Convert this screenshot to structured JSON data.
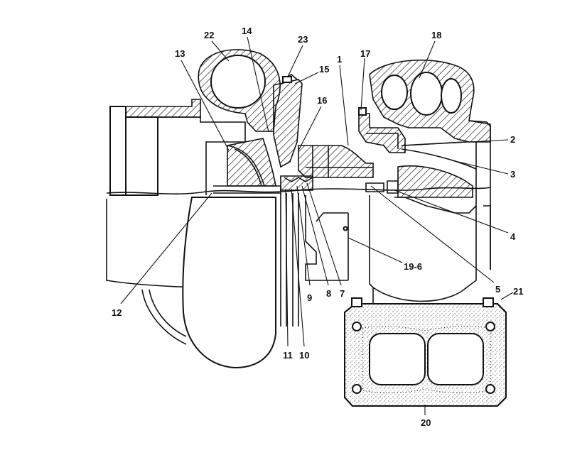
{
  "callouts": [
    {
      "id": "c1",
      "text": "1"
    },
    {
      "id": "c2",
      "text": "2"
    },
    {
      "id": "c3",
      "text": "3"
    },
    {
      "id": "c4",
      "text": "4"
    },
    {
      "id": "c5",
      "text": "5"
    },
    {
      "id": "c7",
      "text": "7"
    },
    {
      "id": "c8",
      "text": "8"
    },
    {
      "id": "c9",
      "text": "9"
    },
    {
      "id": "c10",
      "text": "10"
    },
    {
      "id": "c11",
      "text": "11"
    },
    {
      "id": "c12",
      "text": "12"
    },
    {
      "id": "c13",
      "text": "13"
    },
    {
      "id": "c14",
      "text": "14"
    },
    {
      "id": "c15",
      "text": "15"
    },
    {
      "id": "c16",
      "text": "16"
    },
    {
      "id": "c17",
      "text": "17"
    },
    {
      "id": "c18",
      "text": "18"
    },
    {
      "id": "c19",
      "text": "19-6"
    },
    {
      "id": "c20",
      "text": "20"
    },
    {
      "id": "c21",
      "text": "21"
    },
    {
      "id": "c22",
      "text": "22"
    },
    {
      "id": "c23",
      "text": "23"
    }
  ]
}
